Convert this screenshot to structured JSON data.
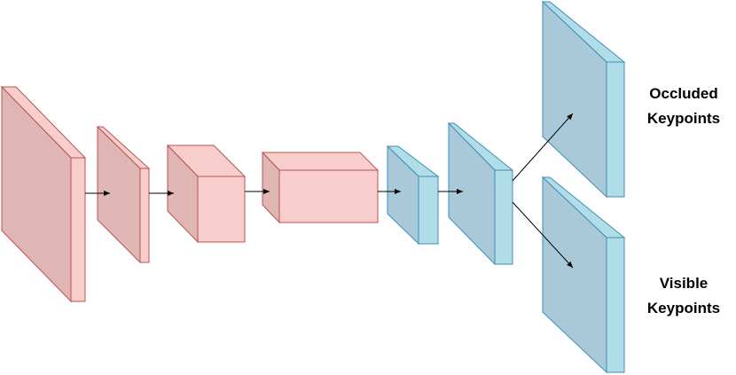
{
  "colors": {
    "encoder_fill": "#f8cecc",
    "encoder_stroke": "#b85450",
    "decoder_fill": "#a9c9d9",
    "decoder_stroke": "#3d8eb9",
    "decoder_side": "#b1dde9",
    "arrow": "#000000"
  },
  "labels": {
    "occluded_line1": "Occluded",
    "occluded_line2": "Keypoints",
    "visible_line1": "Visible",
    "visible_line2": "Keypoints"
  }
}
